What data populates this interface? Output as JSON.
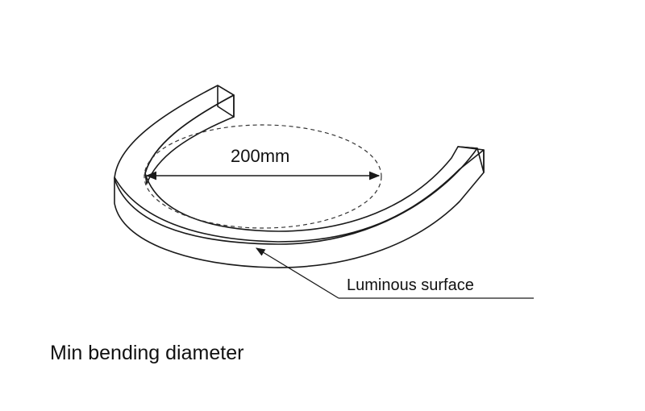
{
  "diagram": {
    "dimension_label": "200mm",
    "callout_label": "Luminous surface",
    "caption": "Min bending diameter"
  },
  "colors": {
    "luminous_surface": "#FCFCBE",
    "outline": "#1a1a1a",
    "body": "#ffffff"
  }
}
